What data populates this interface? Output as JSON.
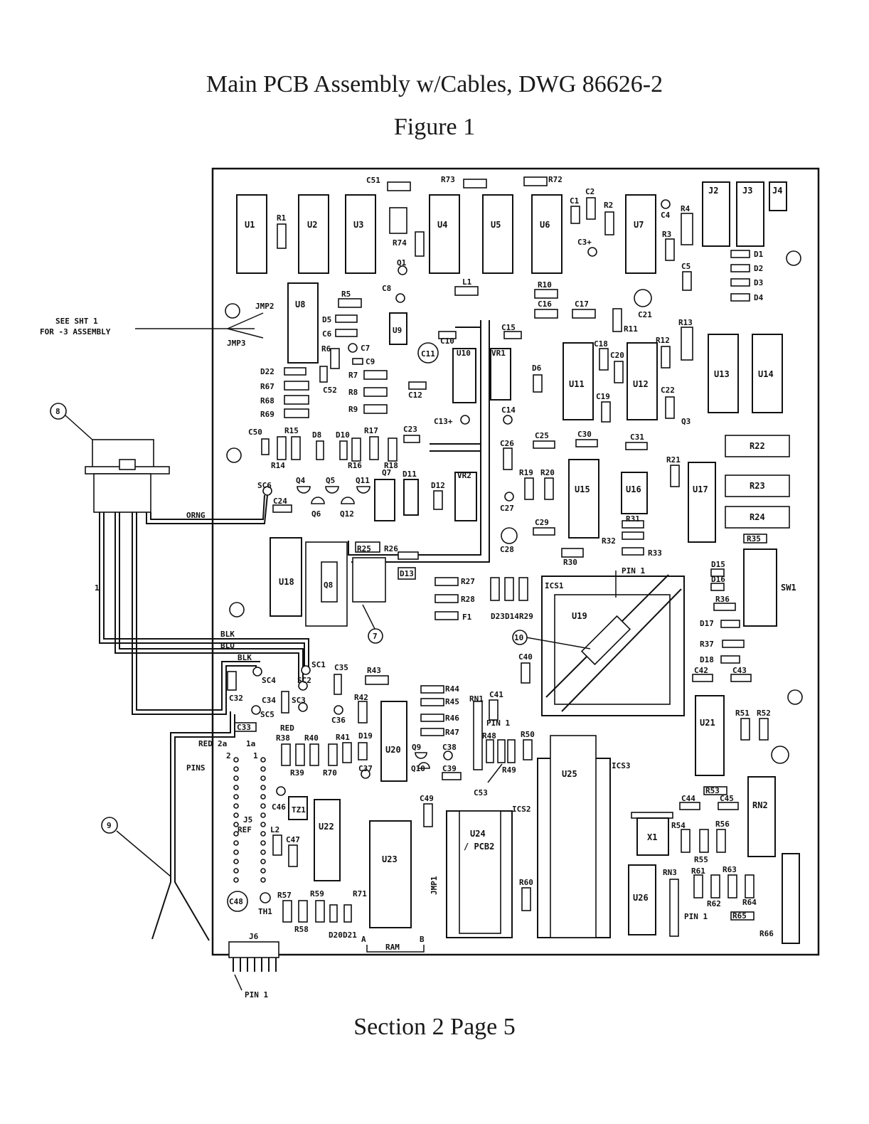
{
  "title": "Main PCB Assembly w/Cables, DWG 86626-2",
  "figure": "Figure 1",
  "footer": "Section 2 Page 5",
  "note": {
    "line1": "SEE SHT 1",
    "line2": "FOR -3 ASSEMBLY"
  },
  "callouts": {
    "c7": "7",
    "c8": "8",
    "c9": "9",
    "c10": "10"
  },
  "wire_labels": {
    "orng": "ORNG",
    "blk1": "BLK",
    "blu": "BLU",
    "blk2": "BLK",
    "red1": "RED",
    "red2": "RED",
    "one": "1",
    "pins": "PINS",
    "ref": "REF",
    "pin_j6": "PIN 1",
    "pin_ics1": "PIN 1",
    "pin_rn1": "PIN 1",
    "pin_rn3": "PIN 1",
    "a": "A",
    "b": "B",
    "ram": "RAM",
    "j5": "J5",
    "j6": "J6",
    "j5_2a": "2a",
    "j5_1a": "1a",
    "j5_2": "2",
    "j5_1": "1"
  },
  "ics": {
    "u1": "U1",
    "u2": "U2",
    "u3": "U3",
    "u4": "U4",
    "u5": "U5",
    "u6": "U6",
    "u7": "U7",
    "u8": "U8",
    "u9": "U9",
    "u10": "U10",
    "u11": "U11",
    "u12": "U12",
    "u13": "U13",
    "u14": "U14",
    "u15": "U15",
    "u16": "U16",
    "u17": "U17",
    "u18": "U18",
    "u19": "U19",
    "u20": "U20",
    "u21": "U21",
    "u22": "U22",
    "u23": "U23",
    "u24": "U24",
    "pcb2": "/ PCB2",
    "u25": "U25",
    "u26": "U26",
    "j2": "J2",
    "j3": "J3",
    "j4": "J4",
    "vr1": "VR1",
    "vr2": "VR2",
    "x1": "X1",
    "rn1": "RN1",
    "rn2": "RN2",
    "rn3": "RN3",
    "sw1": "SW1",
    "ics1": "ICS1",
    "ics2": "ICS2",
    "ics3": "ICS3",
    "jmp1": "JMP1",
    "jmp2": "JMP2",
    "jmp3": "JMP3",
    "q1": "Q1",
    "q3": "Q3",
    "q4": "Q4",
    "q5": "Q5",
    "q6": "Q6",
    "q7": "Q7",
    "q8": "Q8",
    "q9": "Q9",
    "q10": "Q10",
    "q11": "Q11",
    "q12": "Q12",
    "l1": "L1",
    "l2": "L2",
    "f1": "F1",
    "th1": "TH1",
    "tz1": "TZ1"
  },
  "resistors": {
    "r1": "R1",
    "r2": "R2",
    "r3": "R3",
    "r4": "R4",
    "r5": "R5",
    "r6": "R6",
    "r7": "R7",
    "r8": "R8",
    "r9": "R9",
    "r10": "R10",
    "r11": "R11",
    "r12": "R12",
    "r13": "R13",
    "r14": "R14",
    "r15": "R15",
    "r16": "R16",
    "r17": "R17",
    "r18": "R18",
    "r19": "R19",
    "r20": "R20",
    "r21": "R21",
    "r22": "R22",
    "r23": "R23",
    "r24": "R24",
    "r25": "R25",
    "r26": "R26",
    "r27": "R27",
    "r28": "R28",
    "r29": "R29",
    "r30": "R30",
    "r31": "R31",
    "r32": "R32",
    "r33": "R33",
    "r35": "R35",
    "r36": "R36",
    "r37": "R37",
    "r38": "R38",
    "r39": "R39",
    "r40": "R40",
    "r41": "R41",
    "r42": "R42",
    "r43": "R43",
    "r44": "R44",
    "r45": "R45",
    "r46": "R46",
    "r47": "R47",
    "r48": "R48",
    "r49": "R49",
    "r50": "R50",
    "r51": "R51",
    "r52": "R52",
    "r53": "R53",
    "r54": "R54",
    "r55": "R55",
    "r56": "R56",
    "r57": "R57",
    "r58": "R58",
    "r59": "R59",
    "r60": "R60",
    "r61": "R61",
    "r62": "R62",
    "r63": "R63",
    "r64": "R64",
    "r65": "R65",
    "r66": "R66",
    "r67": "R67",
    "r68": "R68",
    "r69": "R69",
    "r70": "R70",
    "r71": "R71",
    "r72": "R72",
    "r73": "R73",
    "r74": "R74"
  },
  "capacitors": {
    "c1": "C1",
    "c2": "C2",
    "c3": "C3+",
    "c4": "C4",
    "c5": "C5",
    "c6": "C6",
    "c7": "C7",
    "c8": "C8",
    "c9": "C9",
    "c10": "C10",
    "c11": "C11",
    "c12": "C12",
    "c13": "C13+",
    "c14": "C14",
    "c15": "C15",
    "c16": "C16",
    "c17": "C17",
    "c18": "C18",
    "c19": "C19",
    "c20": "C20",
    "c21": "C21",
    "c22": "C22",
    "c23": "C23",
    "c24": "C24",
    "c25": "C25",
    "c26": "C26",
    "c27": "C27",
    "c28": "C28",
    "c29": "C29",
    "c30": "C30",
    "c31": "C31",
    "c32": "C32",
    "c33": "C33",
    "c34": "C34",
    "c35": "C35",
    "c36": "C36",
    "c37": "C37",
    "c38": "C38",
    "c39": "C39",
    "c40": "C40",
    "c41": "C41",
    "c42": "C42",
    "c43": "C43",
    "c44": "C44",
    "c45": "C45",
    "c46": "C46",
    "c47": "C47",
    "c48": "C48",
    "c49": "C49",
    "c50": "C50",
    "c51": "C51",
    "c52": "C52",
    "c53": "C53"
  },
  "diodes": {
    "d1": "D1",
    "d2": "D2",
    "d3": "D3",
    "d4": "D4",
    "d5": "D5",
    "d6": "D6",
    "d8": "D8",
    "d10": "D10",
    "d11": "D11",
    "d12": "D12",
    "d13": "D13",
    "d14": "D14",
    "d15": "D15",
    "d16": "D16",
    "d17": "D17",
    "d18": "D18",
    "d19": "D19",
    "d20": "D20",
    "d21": "D21",
    "d22": "D22",
    "d23": "D23"
  },
  "screws": {
    "sc1": "SC1",
    "sc2": "SC2",
    "sc3": "SC3",
    "sc4": "SC4",
    "sc5": "SC5",
    "sc6": "SC6"
  }
}
